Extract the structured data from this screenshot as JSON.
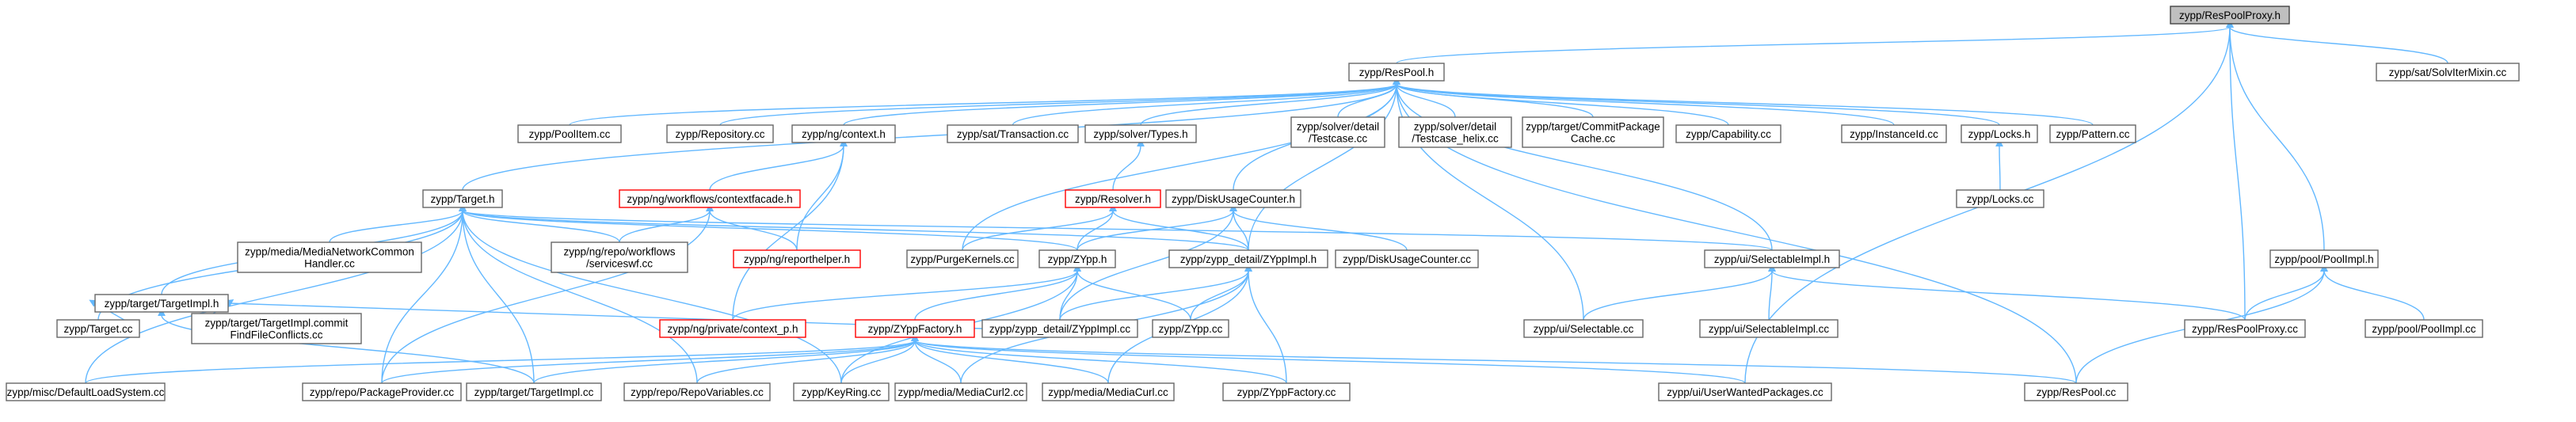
{
  "colors": {
    "edge": "#63b8ff",
    "node_border": "#666666",
    "root_fill": "#bfbfbf",
    "highlight_border": "#ff0000"
  },
  "nodes": {
    "respoolproxy_h": [
      "zypp/ResPoolProxy.h"
    ],
    "solviter": [
      "zypp/sat/SolvIterMixin.cc"
    ],
    "respool_h": [
      "zypp/ResPool.h"
    ],
    "poolitem_cc": [
      "zypp/PoolItem.cc"
    ],
    "repository_cc": [
      "zypp/Repository.cc"
    ],
    "context_h": [
      "zypp/ng/context.h"
    ],
    "transaction_cc": [
      "zypp/sat/Transaction.cc"
    ],
    "types_h": [
      "zypp/solver/Types.h"
    ],
    "testcase_cc": [
      "zypp/solver/detail",
      "/Testcase.cc"
    ],
    "testcase_helix": [
      "zypp/solver/detail",
      "/Testcase_helix.cc"
    ],
    "commitpkg": [
      "zypp/target/CommitPackage",
      "Cache.cc"
    ],
    "capability_cc": [
      "zypp/Capability.cc"
    ],
    "instanceid_cc": [
      "zypp/InstanceId.cc"
    ],
    "locks_h": [
      "zypp/Locks.h"
    ],
    "pattern_cc": [
      "zypp/Pattern.cc"
    ],
    "locks_cc": [
      "zypp/Locks.cc"
    ],
    "target_h": [
      "zypp/Target.h"
    ],
    "contextfacade": [
      "zypp/ng/workflows/contextfacade.h"
    ],
    "resolver_h": [
      "zypp/Resolver.h"
    ],
    "diskusage_h": [
      "zypp/DiskUsageCounter.h"
    ],
    "mediaNetwork": [
      "zypp/media/MediaNetworkCommon",
      "Handler.cc"
    ],
    "serviceswf": [
      "zypp/ng/repo/workflows",
      "/serviceswf.cc"
    ],
    "reporthelper": [
      "zypp/ng/reporthelper.h"
    ],
    "purgekernels": [
      "zypp/PurgeKernels.cc"
    ],
    "zypp_h": [
      "zypp/ZYpp.h"
    ],
    "zyppimpl_h": [
      "zypp/zypp_detail/ZYppImpl.h"
    ],
    "diskusage_cc": [
      "zypp/DiskUsageCounter.cc"
    ],
    "selectableimpl_h": [
      "zypp/ui/SelectableImpl.h"
    ],
    "poolimpl_h": [
      "zypp/pool/PoolImpl.h"
    ],
    "targetimpl_h": [
      "zypp/target/TargetImpl.h"
    ],
    "target_cc": [
      "zypp/Target.cc"
    ],
    "targetimpl_commit": [
      "zypp/target/TargetImpl.commit",
      "FindFileConflicts.cc"
    ],
    "context_p": [
      "zypp/ng/private/context_p.h"
    ],
    "zyppfactory_h": [
      "zypp/ZYppFactory.h"
    ],
    "zyppimpl_cc": [
      "zypp/zypp_detail/ZYppImpl.cc"
    ],
    "zypp_cc": [
      "zypp/ZYpp.cc"
    ],
    "selectable_cc": [
      "zypp/ui/Selectable.cc"
    ],
    "selectableimpl_cc": [
      "zypp/ui/SelectableImpl.cc"
    ],
    "respoolproxy_cc": [
      "zypp/ResPoolProxy.cc"
    ],
    "poolimpl_cc": [
      "zypp/pool/PoolImpl.cc"
    ],
    "defaultload": [
      "zypp/misc/DefaultLoadSystem.cc"
    ],
    "packageprovider": [
      "zypp/repo/PackageProvider.cc"
    ],
    "targetimpl_cc": [
      "zypp/target/TargetImpl.cc"
    ],
    "repovariables": [
      "zypp/repo/RepoVariables.cc"
    ],
    "keyring_cc": [
      "zypp/KeyRing.cc"
    ],
    "mediacurl2": [
      "zypp/media/MediaCurl2.cc"
    ],
    "mediacurl": [
      "zypp/media/MediaCurl.cc"
    ],
    "zyppfactory_cc": [
      "zypp/ZYppFactory.cc"
    ],
    "userwanted": [
      "zypp/ui/UserWantedPackages.cc"
    ],
    "respool_cc": [
      "zypp/ResPool.cc"
    ]
  }
}
